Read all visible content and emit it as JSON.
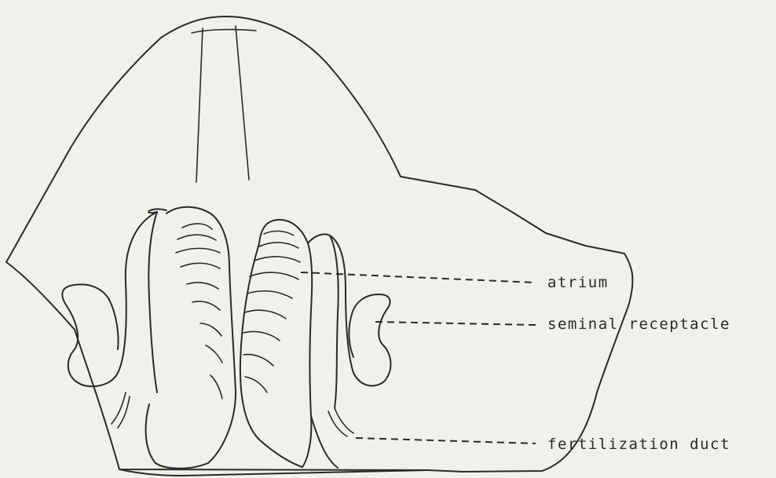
{
  "labels": {
    "atrium": "atrium",
    "seminal_receptacle": "seminal receptacle",
    "fertilization_duct": "fertilization duct"
  },
  "colors": {
    "ink": "#2a2a2a",
    "paper": "#f1f0ec"
  }
}
